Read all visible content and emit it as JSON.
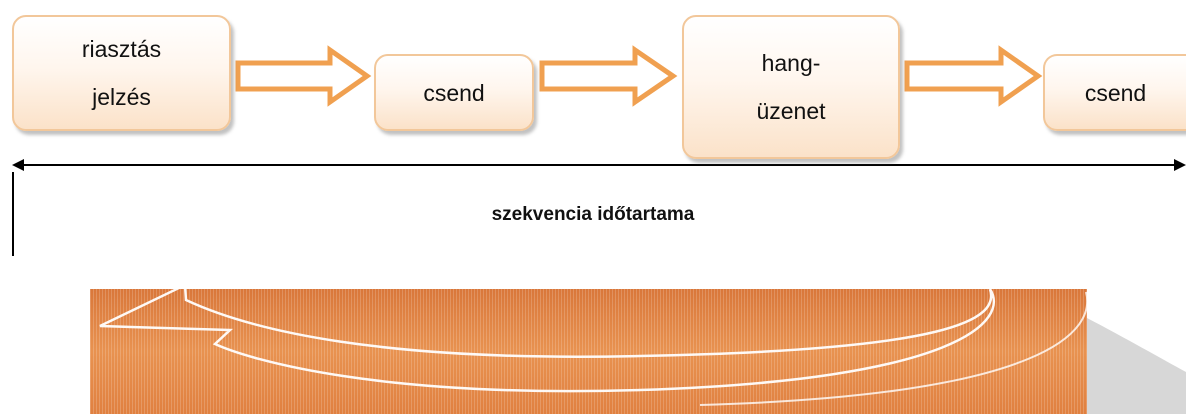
{
  "sequence": {
    "steps": [
      {
        "line1": "riasztás",
        "line2": "jelzés"
      },
      {
        "line1": "csend"
      },
      {
        "line1": "hang-",
        "line2": "üzenet"
      },
      {
        "line1": "csend"
      }
    ],
    "duration_label": "szekvencia időtartama"
  },
  "colors": {
    "accent": "#f0a050",
    "box_border": "#f2c79a",
    "banner": "#e0884a"
  }
}
